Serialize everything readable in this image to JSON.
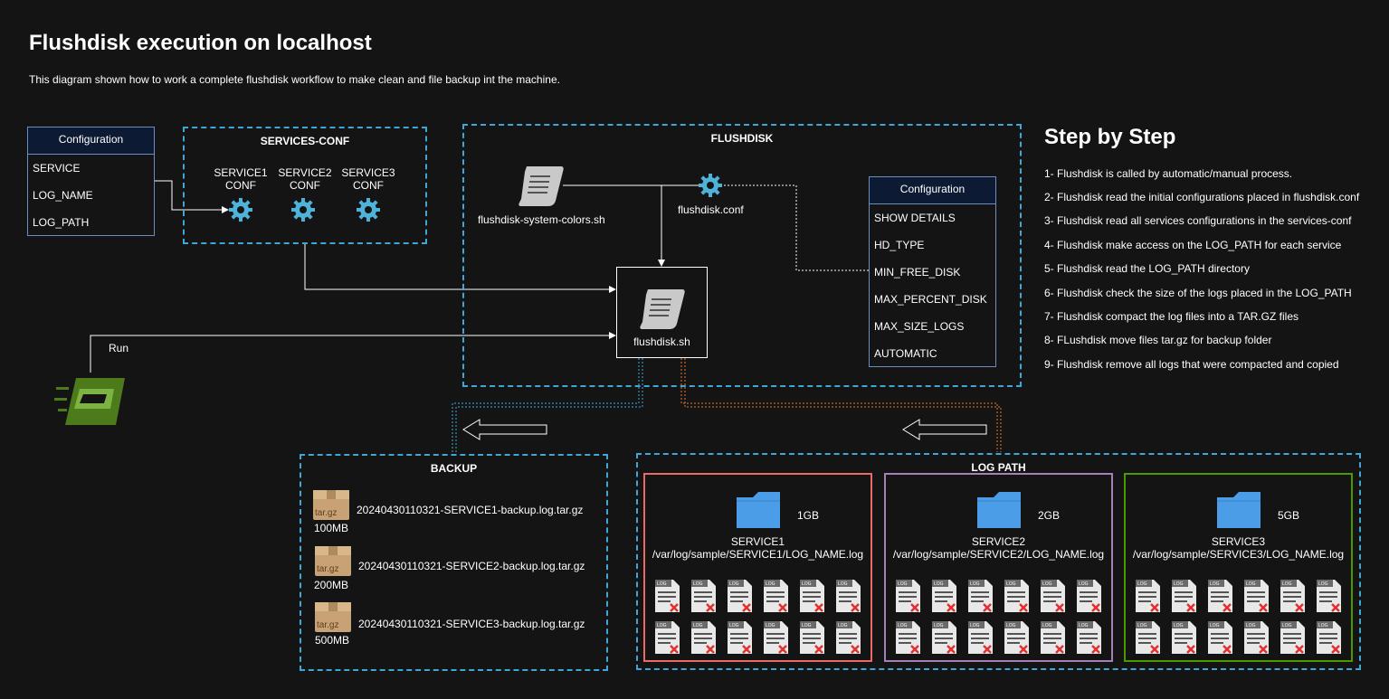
{
  "header": {
    "title": "Flushdisk execution on localhost",
    "subtitle": "This diagram shown how to work a complete flushdisk workflow to make clean and file backup int the machine."
  },
  "config_left": {
    "title": "Configuration",
    "rows": [
      "SERVICE",
      "LOG_NAME",
      "LOG_PATH"
    ]
  },
  "services_conf": {
    "title": "SERVICES-CONF",
    "services": [
      {
        "label": "SERVICE1\nCONF"
      },
      {
        "label": "SERVICE2\nCONF"
      },
      {
        "label": "SERVICE3\nCONF"
      }
    ]
  },
  "flushdisk": {
    "title": "FLUSHDISK",
    "script_colors": "flushdisk-system-colors.sh",
    "conf_file": "flushdisk.conf",
    "main_script": "flushdisk.sh"
  },
  "config_right": {
    "title": "Configuration",
    "rows": [
      "SHOW DETAILS",
      "HD_TYPE",
      "MIN_FREE_DISK",
      "MAX_PERCENT_DISK",
      "MAX_SIZE_LOGS",
      "AUTOMATIC"
    ]
  },
  "run": {
    "label": "Run"
  },
  "backup": {
    "title": "BACKUP",
    "items": [
      {
        "name": "20240430110321-SERVICE1-backup.log.tar.gz",
        "size": "100MB",
        "icon_text": "tar.gz"
      },
      {
        "name": "20240430110321-SERVICE2-backup.log.tar.gz",
        "size": "200MB",
        "icon_text": "tar.gz"
      },
      {
        "name": "20240430110321-SERVICE3-backup.log.tar.gz",
        "size": "500MB",
        "icon_text": "tar.gz"
      }
    ]
  },
  "log_path": {
    "title": "LOG PATH",
    "services": [
      {
        "name": "SERVICE1",
        "path": "/var/log/sample/SERVICE1/LOG_NAME.log",
        "size": "1GB",
        "color": "#ea6b66"
      },
      {
        "name": "SERVICE2",
        "path": "/var/log/sample/SERVICE2/LOG_NAME.log",
        "size": "2GB",
        "color": "#a680b8"
      },
      {
        "name": "SERVICE3",
        "path": "/var/log/sample/SERVICE3/LOG_NAME.log",
        "size": "5GB",
        "color": "#4d9900"
      }
    ],
    "log_icon_text": "LOG"
  },
  "steps": {
    "title": "Step by Step",
    "items": [
      "1- Flushdisk is called by automatic/manual process.",
      "2- Flushdisk read the initial configurations placed in flushdisk.conf",
      "3- Flushdisk read all services configurations in the services-conf",
      "4- Flushdisk make access on the LOG_PATH for each service",
      "5- Flushdisk read the LOG_PATH directory",
      "6- Flushdisk check the size of the logs placed in the LOG_PATH",
      "7- Flushdisk compact the log files into a TAR.GZ files",
      "8- FLushdisk move files tar.gz for backup folder",
      "9- Flushdisk remove all logs that were compacted and copied"
    ]
  },
  "colors": {
    "dashed_border": "#3ea7d8",
    "gear": "#4fb3d9",
    "folder": "#4a9de6",
    "run_logo": "#4d7a1a"
  }
}
